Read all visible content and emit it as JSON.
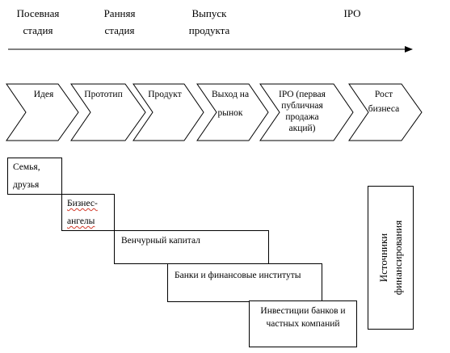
{
  "stages": [
    {
      "line1": "Посевная",
      "line2": "стадия"
    },
    {
      "line1": "Ранняя",
      "line2": "стадия"
    },
    {
      "line1": "Выпуск",
      "line2": "продукта"
    },
    {
      "line1": "IPO",
      "line2": ""
    }
  ],
  "steps": [
    {
      "line1": "Идея",
      "line2": "",
      "line3": "",
      "line4": ""
    },
    {
      "line1": "Прототип",
      "line2": "",
      "line3": "",
      "line4": ""
    },
    {
      "line1": "Продукт",
      "line2": "",
      "line3": "",
      "line4": ""
    },
    {
      "line1": "Выход на",
      "line2": "рынок",
      "line3": "",
      "line4": ""
    },
    {
      "line1": "IPO (первая",
      "line2": "публичная",
      "line3": "продажа",
      "line4": "акций)"
    },
    {
      "line1": "Рост",
      "line2": "бизнеса",
      "line3": "",
      "line4": ""
    }
  ],
  "funding": [
    {
      "line1": "Семья,",
      "line2": "друзья"
    },
    {
      "line1": "Бизнес-",
      "line2": "ангелы"
    },
    {
      "line1": "Венчурный капитал",
      "line2": ""
    },
    {
      "line1": "Банки и финансовые институты",
      "line2": ""
    },
    {
      "line1": "Инвестиции банков и",
      "line2": "частных компаний"
    }
  ],
  "sources": {
    "line1": "Источники",
    "line2": "финансирования"
  },
  "colors": {
    "line": "#000000",
    "spell_underline": "#d23a2a"
  }
}
